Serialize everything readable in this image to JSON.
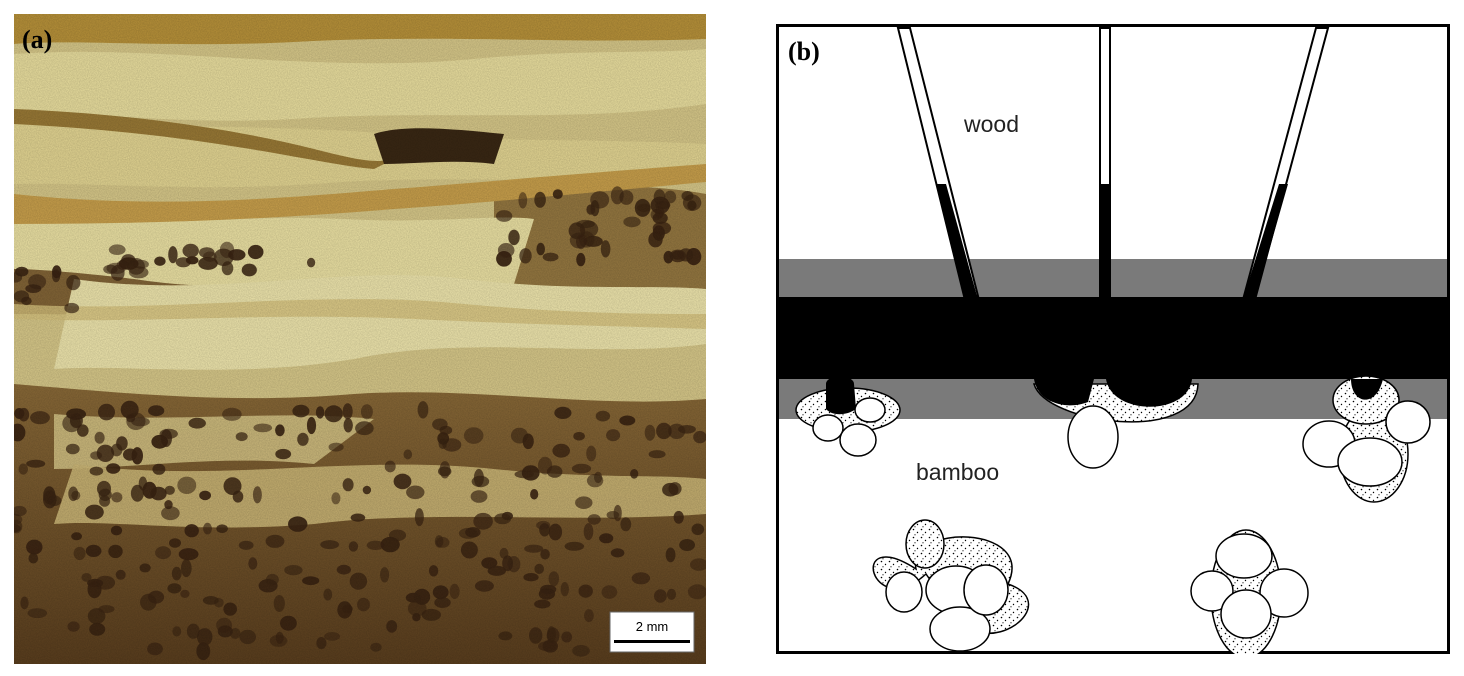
{
  "panel_a": {
    "label": "(a)",
    "scale_bar_label": "2 mm",
    "colors": {
      "wood_light": "#e8dc9e",
      "wood_band": "#c49a3e",
      "bamboo_dark": "#6a4a24",
      "bamboo_pore": "#3a2412"
    }
  },
  "panel_b": {
    "label": "(b)",
    "wood_label": "wood",
    "bamboo_label": "bamboo",
    "colors": {
      "adhesive": "#000000",
      "interphase": "#7a7a7a",
      "background": "#ffffff"
    }
  }
}
